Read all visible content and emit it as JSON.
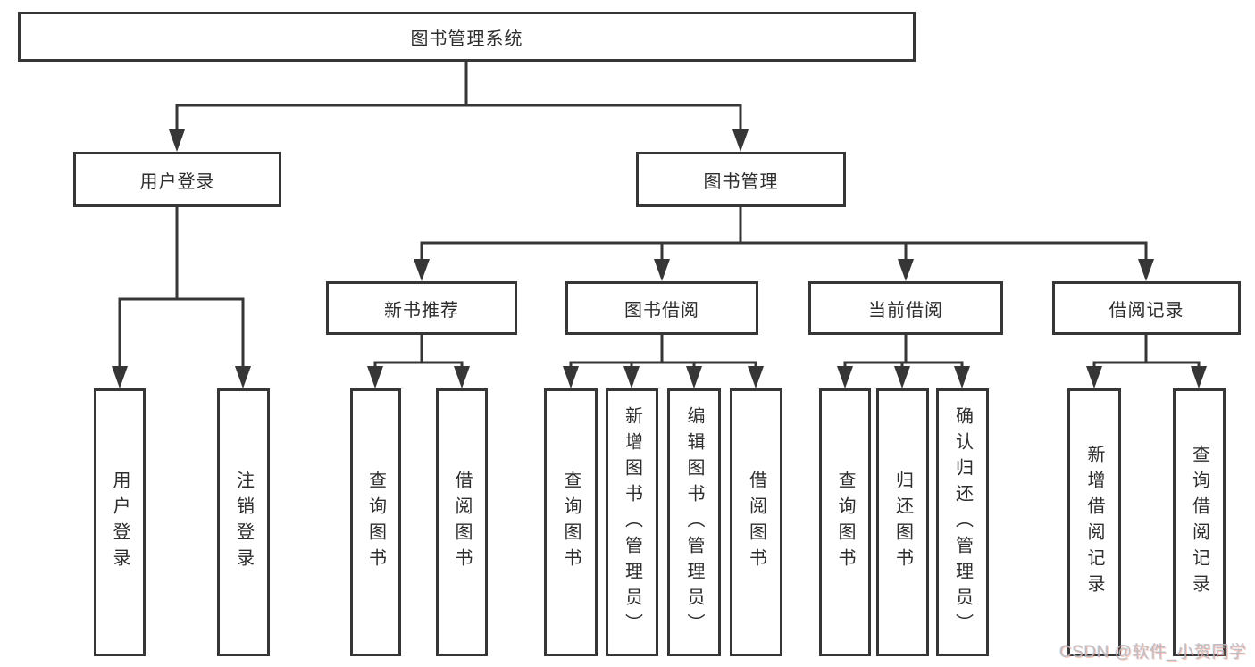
{
  "diagram": {
    "root": {
      "label": "图书管理系统"
    },
    "level2": {
      "user_login": {
        "label": "用户登录"
      },
      "book_management": {
        "label": "图书管理"
      }
    },
    "level3": {
      "new_book_recommend": {
        "label": "新书推荐"
      },
      "book_borrow": {
        "label": "图书借阅"
      },
      "current_borrow": {
        "label": "当前借阅"
      },
      "borrow_records": {
        "label": "借阅记录"
      }
    },
    "leaves": {
      "user_login": [
        "用户登录",
        "注销登录"
      ],
      "new_book_recommend": [
        "查询图书",
        "借阅图书"
      ],
      "book_borrow": [
        "查询图书",
        "新增图书（管理员）",
        "编辑图书（管理员）",
        "借阅图书"
      ],
      "current_borrow": [
        "查询图书",
        "归还图书",
        "确认归还（管理员）"
      ],
      "borrow_records": [
        "新增借阅记录",
        "查询借阅记录"
      ]
    }
  },
  "watermark": {
    "text": "CSDN @软件_小贺同学"
  },
  "colors": {
    "line": "#363636",
    "text": "#2d2d2d",
    "background": "#ffffff",
    "watermark": "#b9b9be",
    "watermark_accent": "#fc5531"
  }
}
